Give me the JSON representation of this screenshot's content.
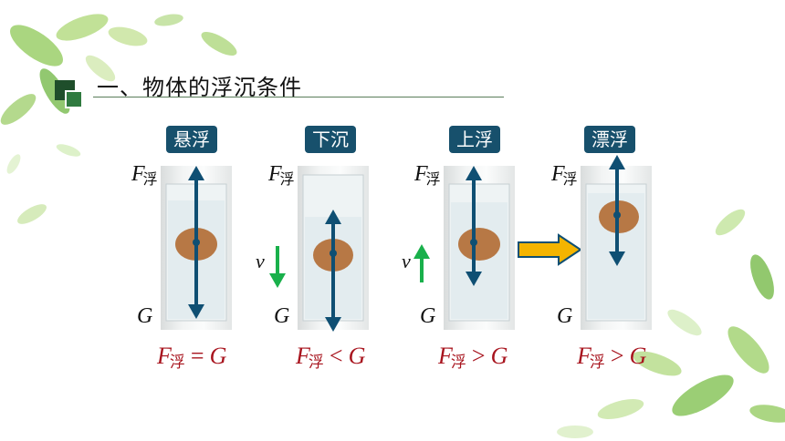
{
  "title": "一、物体的浮沉条件",
  "colors": {
    "badge": "#17506c",
    "arrow": "#0f4f73",
    "formula": "#a8141e",
    "velocity": "#19b04b",
    "big_arrow": "#f4b400"
  },
  "force_labels": {
    "buoyancy_symbol": "F",
    "buoyancy_sub": "浮",
    "gravity": "G",
    "velocity": "v"
  },
  "panels": [
    {
      "state": "悬浮",
      "formula": {
        "rel": "=",
        "rhs": "G"
      }
    },
    {
      "state": "下沉",
      "formula": {
        "rel": "<",
        "rhs": "G"
      }
    },
    {
      "state": "上浮",
      "formula": {
        "rel": ">",
        "rhs": "G"
      }
    },
    {
      "state": "漂浮",
      "formula": {
        "rel": ">",
        "rhs": "G"
      }
    }
  ]
}
